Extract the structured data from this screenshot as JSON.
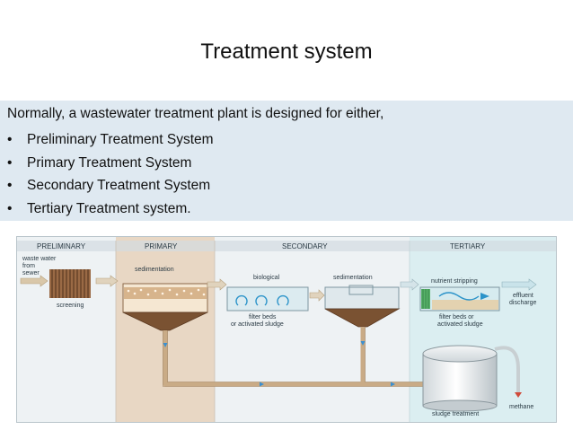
{
  "slide": {
    "title": "Treatment system",
    "intro": "Normally, a wastewater treatment plant is designed for either,",
    "bullet_symbol": "•",
    "bullets": [
      "Preliminary Treatment System",
      "Primary Treatment System",
      "Secondary Treatment System",
      "Tertiary Treatment system."
    ]
  },
  "diagram": {
    "stages": {
      "preliminary": "PRELIMINARY",
      "primary": "PRIMARY",
      "secondary": "SECONDARY",
      "tertiary": "TERTIARY"
    },
    "labels": {
      "waste_water_1": "waste water",
      "waste_water_2": "from",
      "waste_water_3": "sewer",
      "screening": "screening",
      "sedimentation_primary": "sedimentation",
      "biological": "biological",
      "filter_beds_1_line1": "filter beds",
      "filter_beds_1_line2": "or activated sludge",
      "sedimentation_secondary": "sedimentation",
      "nutrient_stripping": "nutrient stripping",
      "filter_beds_2_line1": "filter beds or",
      "filter_beds_2_line2": "activated sludge",
      "effluent_line1": "effluent",
      "effluent_line2": "discharge",
      "methane": "methane",
      "sludge_treatment": "sludge treatment"
    },
    "colors": {
      "preliminary_bg": "#eef2f4",
      "primary_bg": "#e8d7c4",
      "secondary_bg": "#eef2f4",
      "tertiary_bg": "#dbeef1",
      "pipe": "#c9ab86",
      "flow_arrow": "#3a8fd0"
    }
  }
}
